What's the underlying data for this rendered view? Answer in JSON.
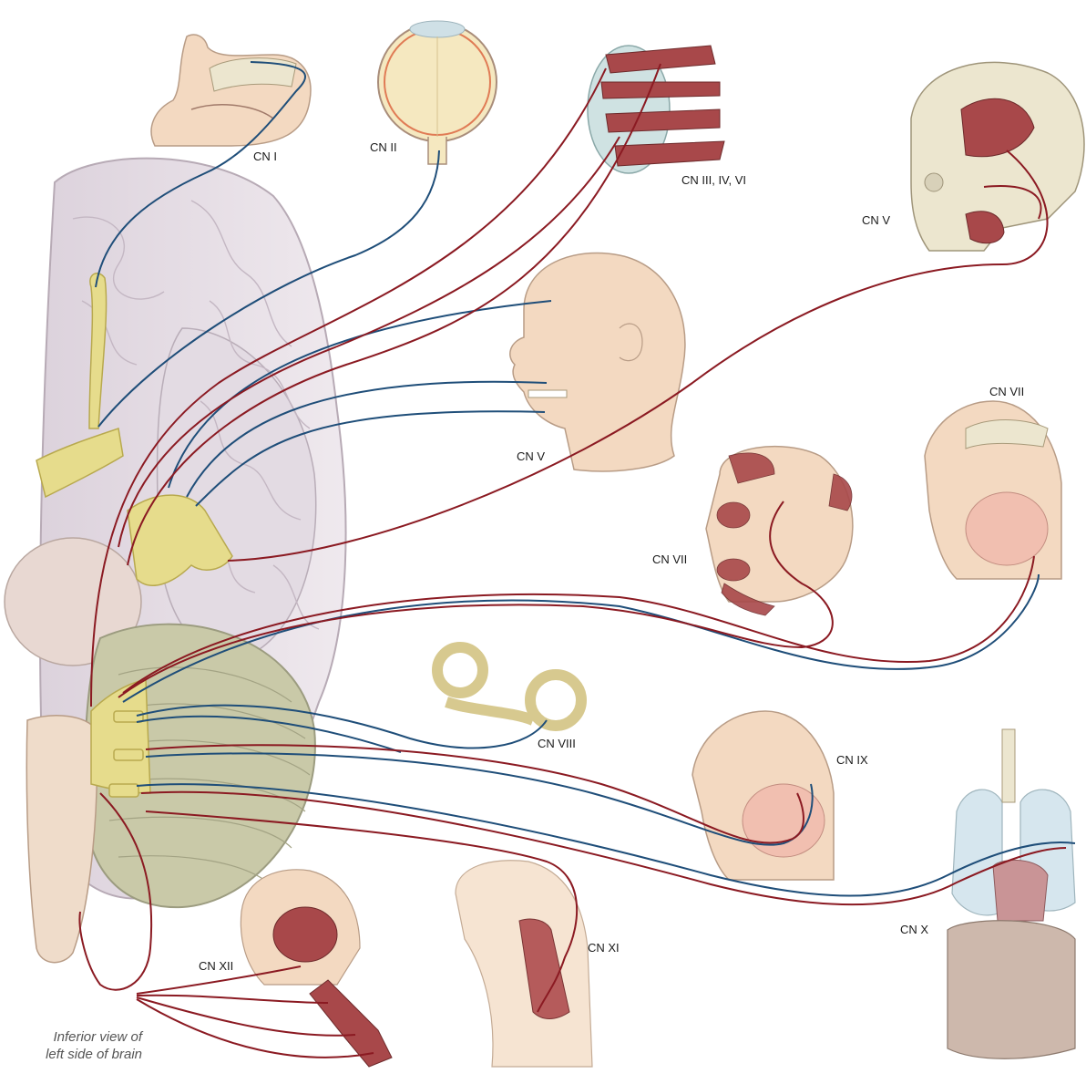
{
  "labels": {
    "cn1": "CN I",
    "cn2": "CN II",
    "cn3_4_6": "CN III, IV, VI",
    "cn5_skull": "CN V",
    "cn5_head": "CN V",
    "cn7_sinus": "CN VII",
    "cn7_face": "CN VII",
    "cn8": "CN VIII",
    "cn9": "CN IX",
    "cn10": "CN X",
    "cn11": "CN XI",
    "cn12": "CN XII"
  },
  "caption": {
    "line1": "Inferior view of",
    "line2": "left side of brain"
  },
  "colors": {
    "sensory_nerve": "#1f4e79",
    "motor_nerve": "#8b1a22",
    "nerve_trunk": "#e6dc8c",
    "brain": "#e7e0e6",
    "cerebellum": "#c9c9a8",
    "skin": "#f3d9c1",
    "bone": "#ece6cf",
    "muscle": "#a8484a",
    "lung": "#d6e6ee"
  }
}
